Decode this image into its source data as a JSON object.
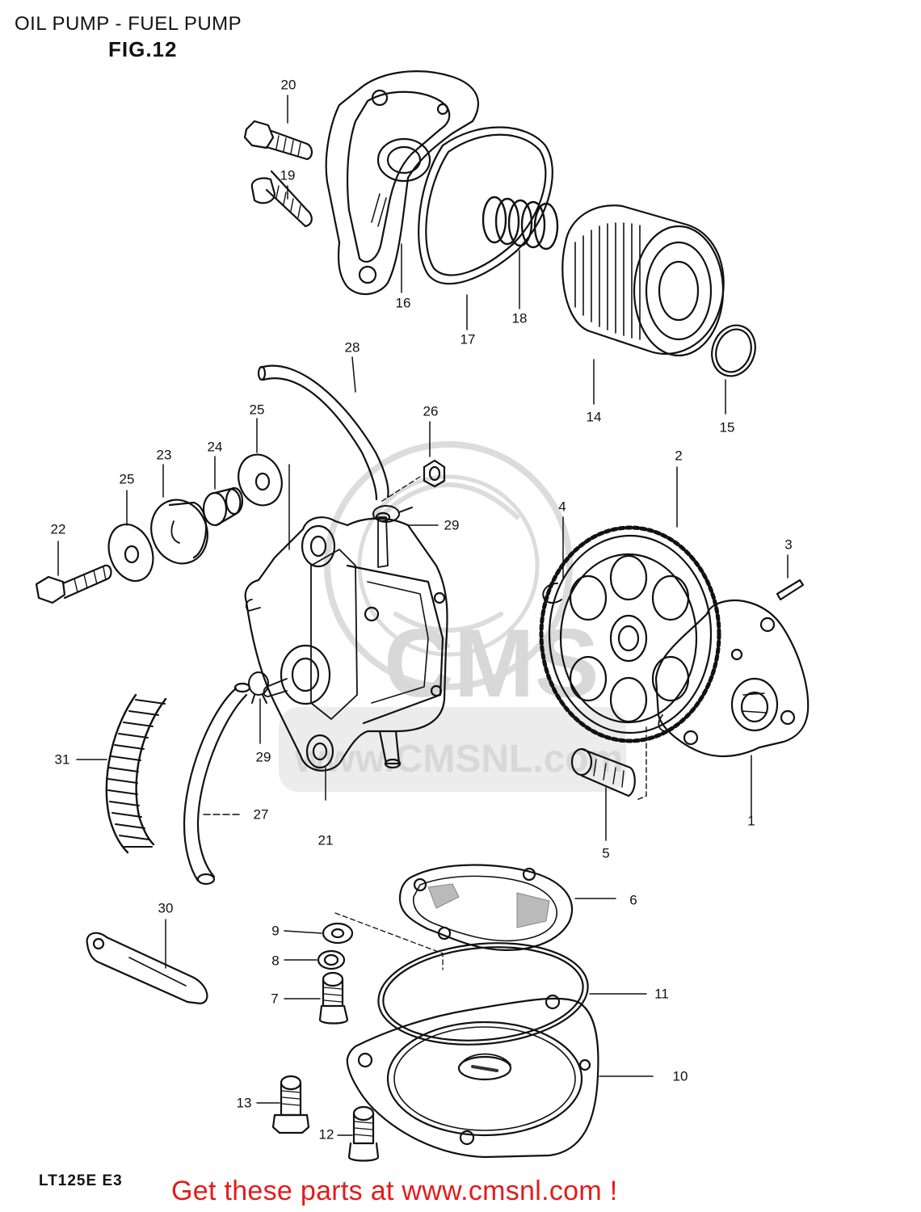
{
  "header": {
    "title": "OIL PUMP - FUEL PUMP",
    "figure": "FIG.12"
  },
  "footer": {
    "model_code": "LT125E E3",
    "promo": "Get these parts at www.cmsnl.com !"
  },
  "watermark": {
    "brand": "CMS",
    "url": "www.CMSNL.com"
  },
  "callouts": {
    "p1": "1",
    "p2": "2",
    "p3": "3",
    "p4": "4",
    "p5": "5",
    "p6": "6",
    "p7": "7",
    "p8": "8",
    "p9": "9",
    "p10": "10",
    "p11": "11",
    "p12": "12",
    "p13": "13",
    "p14": "14",
    "p15": "15",
    "p16": "16",
    "p17": "17",
    "p18": "18",
    "p19": "19",
    "p20": "20",
    "p21": "21",
    "p22": "22",
    "p23": "23",
    "p24": "24",
    "p25a": "25",
    "p25b": "25",
    "p26": "26",
    "p27": "27",
    "p28": "28",
    "p29a": "29",
    "p29b": "29",
    "p30": "30",
    "p31": "31"
  },
  "colors": {
    "line": "#111111",
    "promo": "#e51b1b",
    "watermark": "#d8d8d8"
  }
}
